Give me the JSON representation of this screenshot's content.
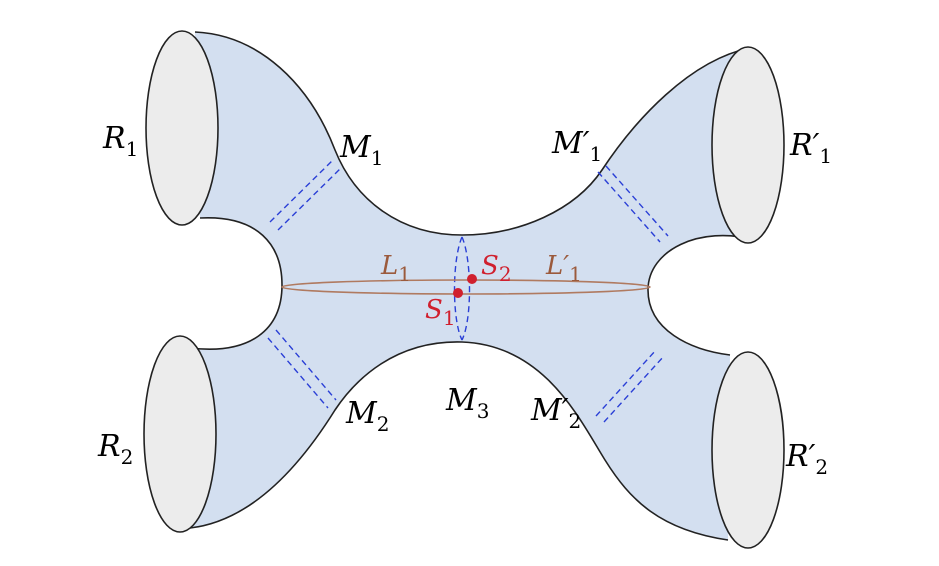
{
  "colors": {
    "surface_fill": "#d3dff0",
    "surface_stroke": "#222222",
    "cap_fill": "#ececec",
    "seam_dashes": "#2a3fd6",
    "loop_color": "#b07a60",
    "point_color": "#d0202e",
    "label_black": "#000000",
    "label_brown": "#9b5a3c",
    "label_red": "#d0202e"
  },
  "labels": {
    "R1": {
      "base": "R",
      "sub": "1"
    },
    "R2": {
      "base": "R",
      "sub": "2"
    },
    "R1p": {
      "base": "R′",
      "sub": "1"
    },
    "R2p": {
      "base": "R′",
      "sub": "2"
    },
    "M1": {
      "base": "M",
      "sub": "1"
    },
    "M2": {
      "base": "M",
      "sub": "2"
    },
    "M3": {
      "base": "M",
      "sub": "3"
    },
    "M1p": {
      "base": "M′",
      "sub": "1"
    },
    "M2p": {
      "base": "M′",
      "sub": "2"
    },
    "L1": {
      "base": "L",
      "sub": "1"
    },
    "L1p": {
      "base": "L′",
      "sub": "1"
    },
    "S1": {
      "base": "S",
      "sub": "1"
    },
    "S2": {
      "base": "S",
      "sub": "2"
    }
  }
}
